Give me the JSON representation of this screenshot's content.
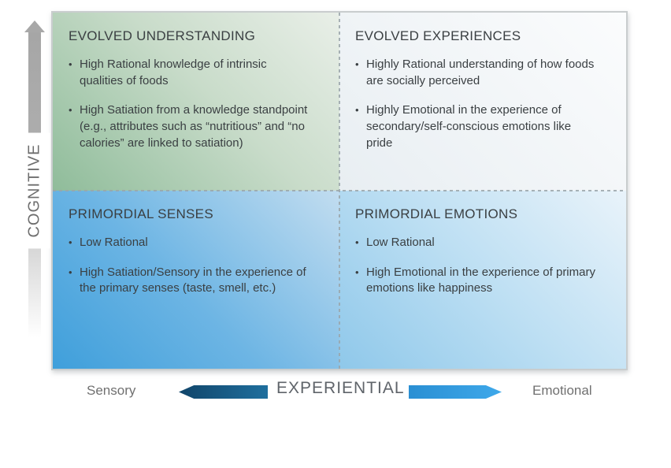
{
  "figure": {
    "quadrants": [
      {
        "title": "EVOLVED UNDERSTANDING",
        "bullets": [
          "High Rational knowledge of intrinsic qualities of foods",
          "High Satiation from a knowledge standpoint (e.g., attributes such as “nutritious” and “no calories” are linked to satiation)"
        ]
      },
      {
        "title": "EVOLVED EXPERIENCES",
        "bullets": [
          "Highly Rational understanding of how foods are socially perceived",
          "Highly Emotional in the experience of secondary/self-conscious emotions like pride"
        ]
      },
      {
        "title": "PRIMORDIAL SENSES",
        "bullets": [
          "Low Rational",
          "High Satiation/Sensory in the experience of the primary senses (taste, smell, etc.)"
        ]
      },
      {
        "title": "PRIMORDIAL EMOTIONS",
        "bullets": [
          "Low Rational",
          "High Emotional in the experience of primary emotions like happiness"
        ]
      }
    ]
  },
  "axes": {
    "vertical": {
      "label": "COGNITIVE"
    },
    "horizontal": {
      "label": "EXPERIENTIAL",
      "left": "Sensory",
      "right": "Emotional"
    }
  },
  "bullet_glyph": "•",
  "colors": {
    "quadrant_green_dark": "#8fbc9a",
    "quadrant_green_light": "#e9efe8",
    "quadrant_blue_dark": "#3f9fdb",
    "quadrant_blue_light": "#e9f3fa",
    "quadrant_white": "#e8eef2",
    "arrow_left_gradient_start": "#11456a",
    "arrow_left_gradient_end": "#1f6f9e",
    "arrow_right_gradient_start": "#2a8fd3",
    "arrow_right_gradient_end": "#3ea8ea",
    "cognitive_arrow_gray": "#a8a8a8",
    "text_dark": "#3a3f42",
    "text_gray": "#6e6e6e"
  }
}
